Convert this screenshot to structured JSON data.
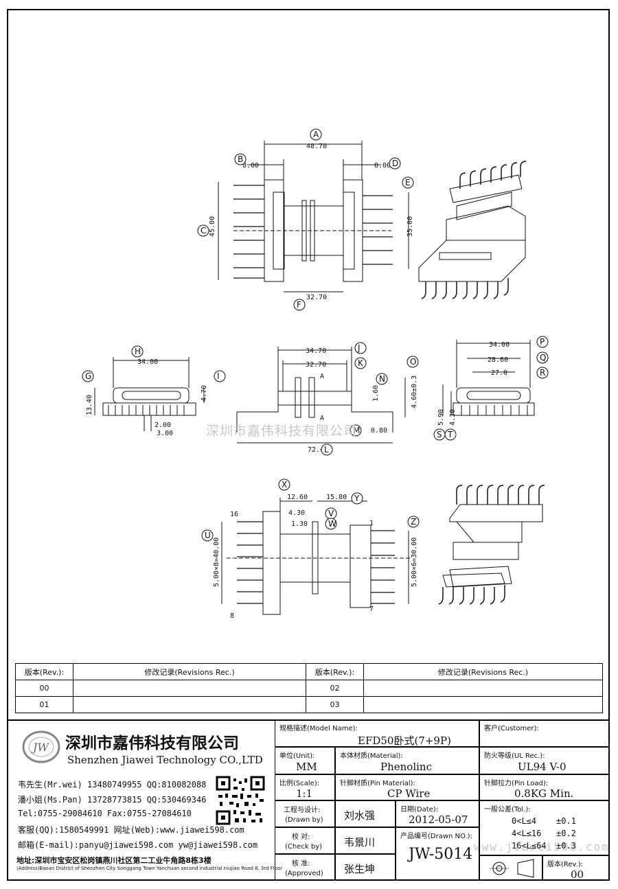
{
  "drawing": {
    "top_view": {
      "A": "48.70",
      "B": "8.00",
      "D": "8.00",
      "C": "45.00",
      "E": "35.00",
      "F": "32.70"
    },
    "front_view": {
      "H": "34.00",
      "J": "34.70",
      "K": "32.70",
      "P": "34.00",
      "Q": "28.60",
      "R": "27.0",
      "G_dim": "13.40",
      "I_dim": "4.70",
      "pin1": "2.00",
      "pin2": "3.00",
      "O_dim": "4.60±0.3",
      "N_dim": "1.60",
      "L": "72.40",
      "M_dim": "0.80",
      "S_dim": "5.90",
      "T_dim": "4.30",
      "marker_a": "A"
    },
    "bottom_view": {
      "X": "12.60",
      "Y": "15.80",
      "V": "4.30",
      "W": "1.30",
      "U": "5.00×8=40.00",
      "Z": "5.00×6=30.00",
      "pin16": "16",
      "pin8": "8",
      "pin1": "1",
      "pin7": "7"
    },
    "circle_labels": [
      "A",
      "B",
      "C",
      "D",
      "E",
      "F",
      "G",
      "H",
      "I",
      "J",
      "K",
      "L",
      "M",
      "N",
      "O",
      "P",
      "Q",
      "R",
      "S",
      "T",
      "U",
      "V",
      "W",
      "X",
      "Y",
      "Z"
    ]
  },
  "watermark": "深圳市嘉伟科技有限公司",
  "watermark_url": "www.jiawei598.com",
  "revisions": {
    "header_rev": "版本(Rev.):",
    "header_rec": "修改记录(Revisions Rec.)",
    "rows": [
      [
        "00",
        "",
        "02",
        ""
      ],
      [
        "01",
        "",
        "03",
        ""
      ]
    ]
  },
  "company": {
    "logo": "JW",
    "name_cn": "深圳市嘉伟科技有限公司",
    "name_en": "Shenzhen Jiawei Technology CO.,LTD",
    "contacts": [
      "韦先生(Mr.wei) 13480749955 QQ:810082088",
      "潘小姐(Ms.Pan) 13728773815 QQ:530469346",
      "Tel:0755-29084610      Fax:0755-27084610",
      "客服(QQ):1580549991   网址(Web):www.jiawei598.com",
      "邮箱(E-mail):panyu@jiawei598.com  yw@jiawei598.com"
    ],
    "address_cn": "地址:深圳市宝安区松岗镇燕川社区第二工业牛角路8栋3楼",
    "address_en": "(Address)Baoan District of Shenzhen City Songgang Town Yanchuan second industrial niujiao Road 8, 3rd Floor"
  },
  "title_block": {
    "model_label": "规格描述(Model Name):",
    "model": "EFD50卧式(7+9P)",
    "customer_label": "客户(Customer):",
    "customer": "",
    "unit_label": "单位(Unit):",
    "unit": "MM",
    "material_label": "本体材质(Material):",
    "material": "Phenolinc",
    "ul_label": "防火等级(UL Rec.):",
    "ul": "UL94 V-0",
    "scale_label": "比例(Scale):",
    "scale": "1:1",
    "pin_material_label": "针脚材质(Pin Material):",
    "pin_material": "CP Wire",
    "pin_load_label": "针脚拉力(Pin Load):",
    "pin_load": "0.8KG Min.",
    "drawn_label": "工程与设计:",
    "drawn_label_en": "(Drawn by)",
    "drawn": "刘水强",
    "check_label": "校 对:",
    "check_label_en": "(Check by)",
    "check": "韦景川",
    "approved_label": "核 准:",
    "approved_label_en": "(Approved)",
    "approved": "张生坤",
    "date_label": "日期(Date):",
    "date": "2012-05-07",
    "drawn_no_label": "产品编号(Drawn NO.):",
    "drawn_no": "JW-5014",
    "tol_label": "一般公差(Tol.):",
    "tol": [
      "0<L≤4    ±0.1",
      "4<L≤16   ±0.2",
      "16<L≤64  ±0.3"
    ],
    "rev_label": "版本(Rev.):",
    "rev": "00"
  }
}
